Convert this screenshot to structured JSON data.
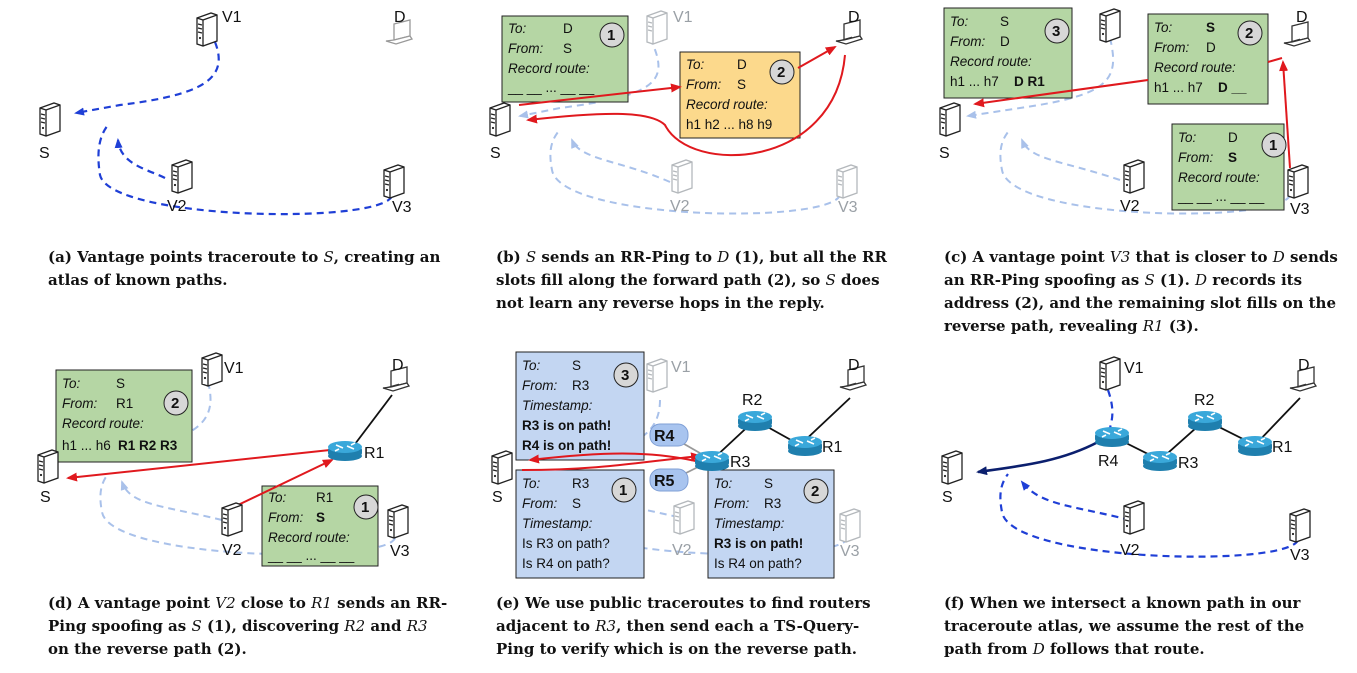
{
  "labels": {
    "S": "S",
    "D": "D",
    "V1": "V1",
    "V2": "V2",
    "V3": "V3",
    "R1": "R1",
    "R2": "R2",
    "R3": "R3",
    "R4": "R4",
    "R5": "R5"
  },
  "panel_b": {
    "box1": {
      "badge": "1",
      "to_k": "To:",
      "to_v": "D",
      "from_k": "From:",
      "from_v": "S",
      "rr_k": "Record route:",
      "rr_v": "__ __ ... __ __"
    },
    "box2": {
      "badge": "2",
      "to_k": "To:",
      "to_v": "D",
      "from_k": "From:",
      "from_v": "S",
      "rr_k": "Record route:",
      "rr_v": "h1 h2 ... h8 h9"
    }
  },
  "panel_c": {
    "box3": {
      "badge": "3",
      "to_k": "To:",
      "to_v": "S",
      "from_k": "From:",
      "from_v": "D",
      "rr_k": "Record route:",
      "rr_v": "h1 ... h7",
      "rr_b": "D R1"
    },
    "box2": {
      "badge": "2",
      "to_k": "To:",
      "to_v": "S",
      "from_k": "From:",
      "from_v": "D",
      "rr_k": "Record route:",
      "rr_v": "h1 ... h7",
      "rr_b": "D __"
    },
    "box1": {
      "badge": "1",
      "to_k": "To:",
      "to_v": "D",
      "from_k": "From:",
      "from_v": "S",
      "rr_k": "Record route:",
      "rr_v": "__ __ ... __ __"
    }
  },
  "panel_d": {
    "box2": {
      "badge": "2",
      "to_k": "To:",
      "to_v": "S",
      "from_k": "From:",
      "from_v": "R1",
      "rr_k": "Record route:",
      "rr_v": "h1 ... h6",
      "rr_b": "R1 R2 R3"
    },
    "box1": {
      "badge": "1",
      "to_k": "To:",
      "to_v": "R1",
      "from_k": "From:",
      "from_v": "S",
      "rr_k": "Record route:",
      "rr_v": "__ __ ... __ __"
    }
  },
  "panel_e": {
    "box3": {
      "badge": "3",
      "to_k": "To:",
      "to_v": "S",
      "from_k": "From:",
      "from_v": "R3",
      "ts_k": "Timestamp:",
      "l1": "R3 is on path!",
      "l2": "R4 is on path!"
    },
    "box1": {
      "badge": "1",
      "to_k": "To:",
      "to_v": "R3",
      "from_k": "From:",
      "from_v": "S",
      "ts_k": "Timestamp:",
      "l1": "Is R3 on path?",
      "l2": "Is R4 on path?"
    },
    "box2": {
      "badge": "2",
      "to_k": "To:",
      "to_v": "S",
      "from_k": "From:",
      "from_v": "R3",
      "ts_k": "Timestamp:",
      "l1": "R3 is on path!",
      "l2": "Is R4 on path?"
    }
  },
  "captions": {
    "a": {
      "pre": "(a) Vantage points traceroute to ",
      "v1": "S",
      "post": ", creating an atlas of known paths."
    },
    "b": {
      "pre": "(b) ",
      "v1": "S",
      "mid1": " sends an RR-Ping to ",
      "v2": "D",
      "mid2": " (1), but all the RR slots fill along the forward path (2), so ",
      "v3": "S",
      "post": " does not learn any reverse hops in the reply."
    },
    "c": {
      "pre": "(c) A vantage point ",
      "v1": "V3",
      "mid1": " that is closer to ",
      "v2": "D",
      "mid2": " sends an RR-Ping spoofing as ",
      "v3": "S",
      "mid3": " (1). ",
      "v4": "D",
      "mid4": " records its address (2), and the remaining slot fills on the reverse path, revealing ",
      "v5": "R1",
      "post": " (3)."
    },
    "d": {
      "pre": "(d) A vantage point ",
      "v1": "V2",
      "mid1": " close to ",
      "v2": "R1",
      "mid2": " sends an RR-Ping spoofing as ",
      "v3": "S",
      "mid3": " (1), discovering ",
      "v4": "R2",
      "mid4": " and ",
      "v5": "R3",
      "post": " on the reverse path (2)."
    },
    "e": {
      "pre": "(e) We use public traceroutes to find routers adjacent to ",
      "v1": "R3",
      "post": ", then send each a TS-Query-Ping to verify which is on the reverse path."
    },
    "f": {
      "pre": "(f) When we intersect a known path in our traceroute atlas, we assume the rest of the path from ",
      "v1": "D",
      "post": " follows that route."
    }
  },
  "colors": {
    "blue_dash": "#1f3fd6",
    "light_dash": "#a9c1ea",
    "red": "#e0191e",
    "green_box": "#b5d6a4",
    "orange_box": "#fcd98c",
    "blue_box": "#c3d6f2",
    "router": "#2e97c9",
    "dark_path": "#0b1f6e"
  }
}
